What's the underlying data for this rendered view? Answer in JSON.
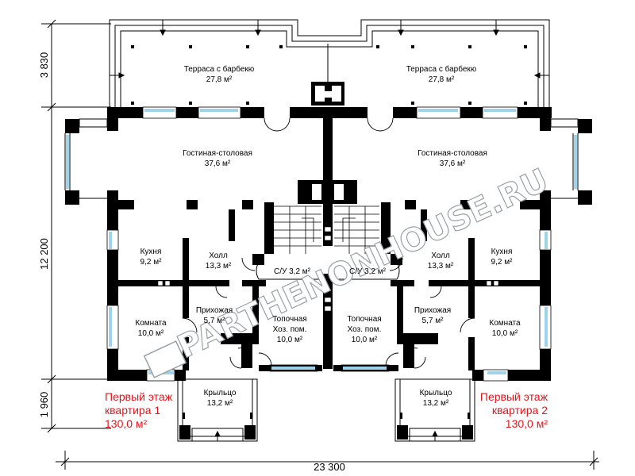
{
  "dimensions": {
    "total_width": "23 300",
    "left_top": "3 830",
    "left_middle": "12 200",
    "left_bottom": "1 960"
  },
  "rooms": {
    "terrace_left_name": "Терраса с барбекю",
    "terrace_left_area": "27,8 м²",
    "terrace_right_name": "Терраса с барбекю",
    "terrace_right_area": "27,8 м²",
    "living_left_name": "Гостиная-столовая",
    "living_left_area": "37,6 м²",
    "living_right_name": "Гостиная-столовая",
    "living_right_area": "37,6 м²",
    "kitchen_left_name": "Кухня",
    "kitchen_left_area": "9,2 м²",
    "kitchen_right_name": "Кухня",
    "kitchen_right_area": "9,2 м²",
    "hall_left_name": "Холл",
    "hall_left_area": "13,3 м²",
    "hall_right_name": "Холл",
    "hall_right_area": "13,3 м²",
    "wc_left": "С/У 3,2 м²",
    "wc_right": "С/У 3,2 м²",
    "room_left_name": "Комната",
    "room_left_area": "10,0 м²",
    "room_right_name": "Комната",
    "room_right_area": "10,0 м²",
    "entry_left_name": "Прихожая",
    "entry_left_area": "5,7 м²",
    "entry_right_name": "Прихожая",
    "entry_right_area": "5,7 м²",
    "boiler_left_name1": "Топочная",
    "boiler_left_name2": "Хоз. пом.",
    "boiler_left_area": "10,0 м²",
    "boiler_right_name1": "Топочная",
    "boiler_right_name2": "Хоз. пом.",
    "boiler_right_area": "10,0 м²",
    "porch_left_name": "Крыльцо",
    "porch_left_area": "13,2 м²",
    "porch_right_name": "Крыльцо",
    "porch_right_area": "13,2 м²"
  },
  "captions": {
    "left_line1": "Первый этаж",
    "left_line2": "квартира 1",
    "left_line3": "130,0 м²",
    "right_line1": "Первый этаж",
    "right_line2": "квартира 2",
    "right_line3": "130,0 м²"
  },
  "watermark": "PARTHENONHOUSE.RU",
  "colors": {
    "wall": "#000000",
    "window": "#9fd3ea",
    "caption": "#e8141b"
  }
}
